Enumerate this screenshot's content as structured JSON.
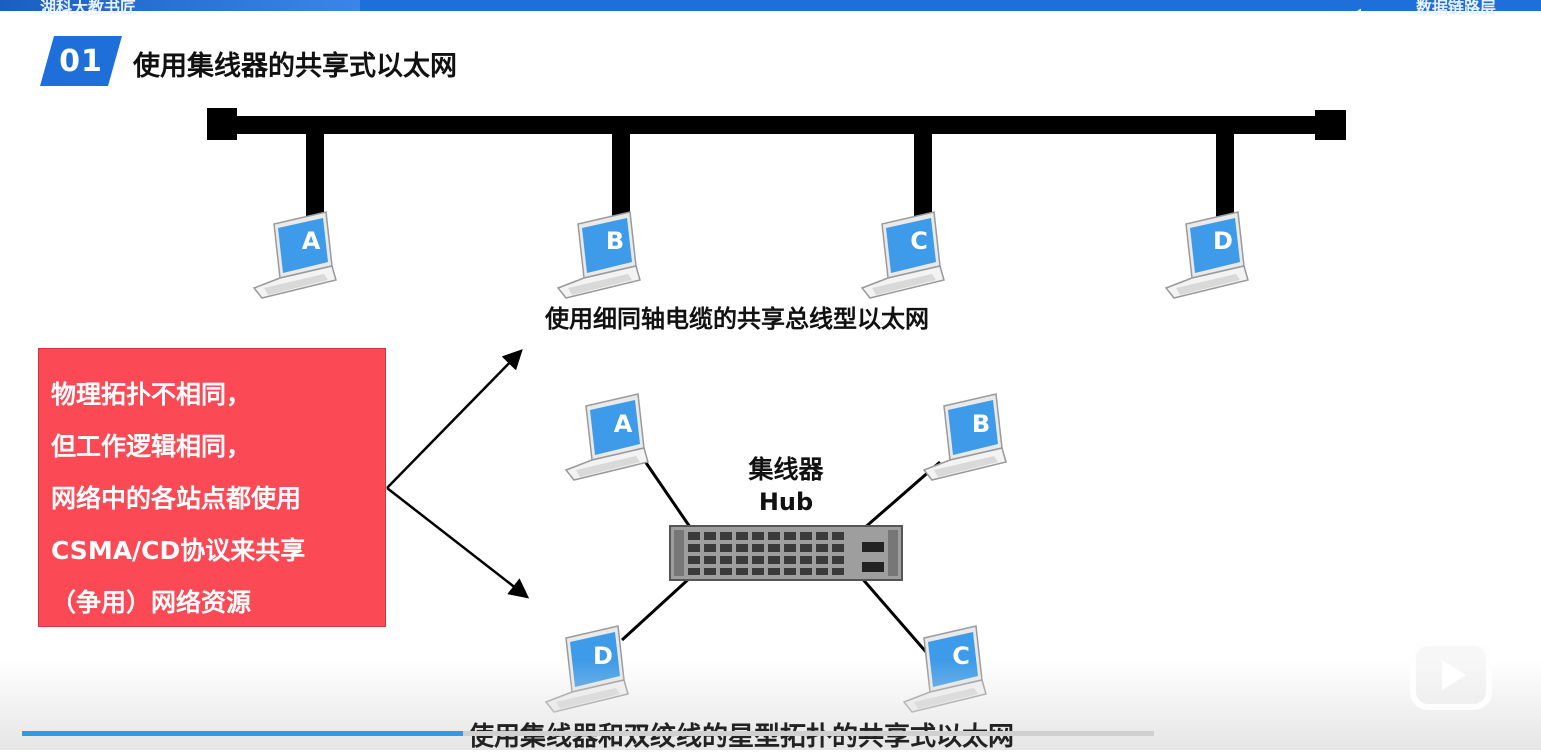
{
  "header": {
    "left_text": "湖科大教书匠",
    "right_text": "数据链路层"
  },
  "section": {
    "number": "01",
    "title": "使用集线器的共享式以太网"
  },
  "bus": {
    "nodes": [
      "A",
      "B",
      "C",
      "D"
    ],
    "caption": "使用细同轴电缆的共享总线型以太网"
  },
  "hub": {
    "label_cn": "集线器",
    "label_en": "Hub",
    "nodes": [
      "A",
      "B",
      "D",
      "C"
    ],
    "caption": "使用集线器和双绞线的星型拓扑的共享式以太网"
  },
  "note": {
    "lines": [
      "物理拓扑不相同，",
      "但工作逻辑相同，",
      "网络中的各站点都使用",
      "CSMA/CD协议来共享",
      "（争用）网络资源"
    ]
  },
  "player": {
    "progress": 0.39
  },
  "colors": {
    "accent": "#1e6fd9",
    "note_bg": "#fb4a55",
    "laptop_screen": "#3d9be9"
  }
}
